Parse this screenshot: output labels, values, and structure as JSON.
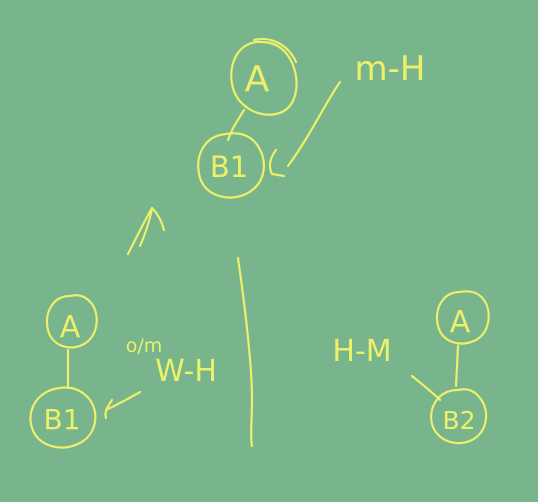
{
  "background_color": "#78b48c",
  "ink_color": "#ecf06a",
  "top_tree": {
    "parent_node": "A",
    "child_node": "B1",
    "annotation": "m-H"
  },
  "left_tree": {
    "parent_node": "A",
    "child_node": "B1",
    "annotation_small": "o/m",
    "annotation": "W-H"
  },
  "right_tree": {
    "parent_node": "A",
    "child_node": "B2",
    "annotation": "H-M"
  }
}
